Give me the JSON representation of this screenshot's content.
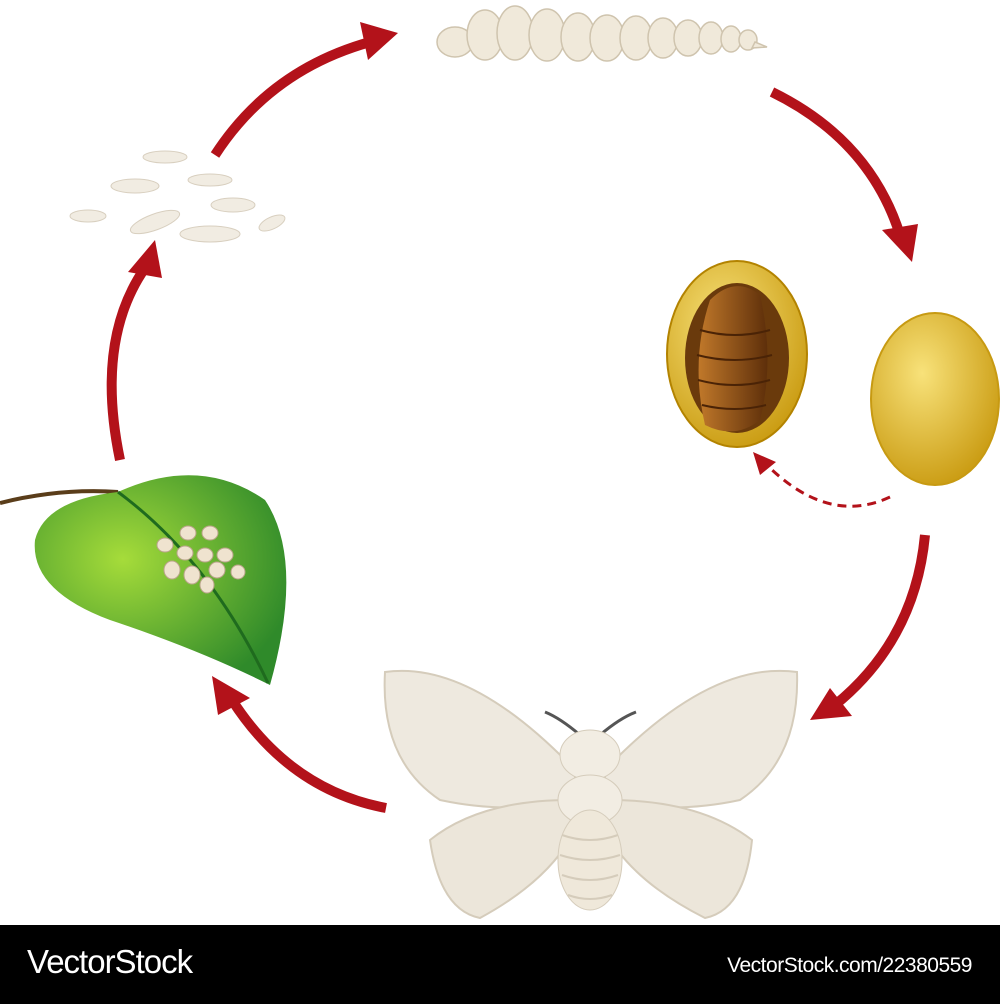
{
  "watermark": {
    "left": "VectorStock",
    "right": "VectorStock.com/22380559"
  },
  "colors": {
    "arrow": "#b3121a",
    "leaf": "#4fae2b",
    "cocoon": "#e2b21a",
    "pupa": "#8a4a12",
    "silk": "#efe9dc",
    "background": "#ffffff"
  },
  "stages": [
    "eggs-on-leaf",
    "larvae",
    "silkworm",
    "cocoon",
    "moth"
  ]
}
